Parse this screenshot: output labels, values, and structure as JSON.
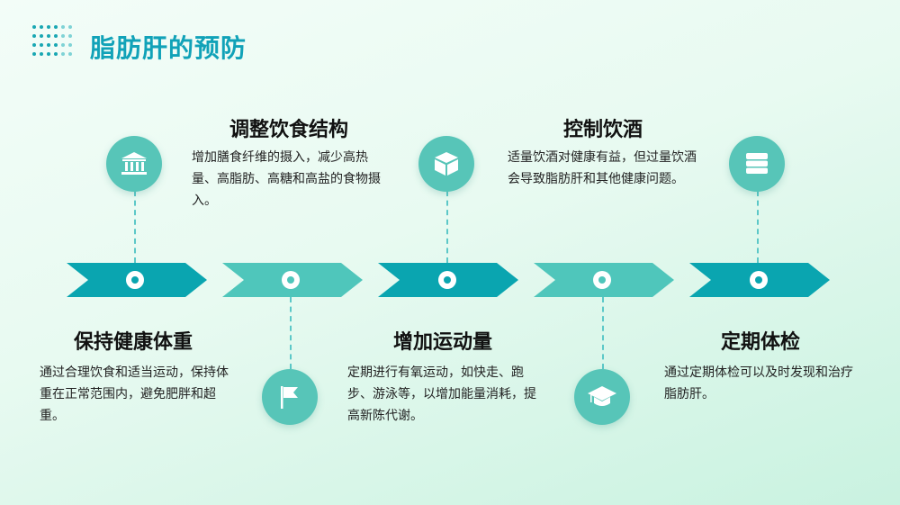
{
  "slide": {
    "title": "脂肪肝的预防"
  },
  "colors": {
    "teal_dark": "#0aa5b0",
    "teal_light": "#4fc6bb",
    "icon_bg": "#57c5b8",
    "title": "#11a2b8"
  },
  "steps": [
    {
      "heading": "保持健康体重",
      "desc": "通过合理饮食和适当运动，保持体重在正常范围内，避免肥胖和超重。",
      "icon": "flag-icon",
      "position": "bottom"
    },
    {
      "heading": "调整饮食结构",
      "desc": "增加膳食纤维的摄入，减少高热量、高脂肪、高糖和高盐的食物摄入。",
      "icon": "bank-icon",
      "position": "top"
    },
    {
      "heading": "增加运动量",
      "desc": "定期进行有氧运动，如快走、跑步、游泳等，以增加能量消耗，提高新陈代谢。",
      "icon": "box-icon",
      "position": "bottom"
    },
    {
      "heading": "控制饮酒",
      "desc": "适量饮酒对健康有益，但过量饮酒会导致脂肪肝和其他健康问题。",
      "icon": "graduation-cap-icon",
      "position": "top"
    },
    {
      "heading": "定期体检",
      "desc": "通过定期体检可以及时发现和治疗脂肪肝。",
      "icon": "layers-icon",
      "position": "bottom"
    }
  ]
}
